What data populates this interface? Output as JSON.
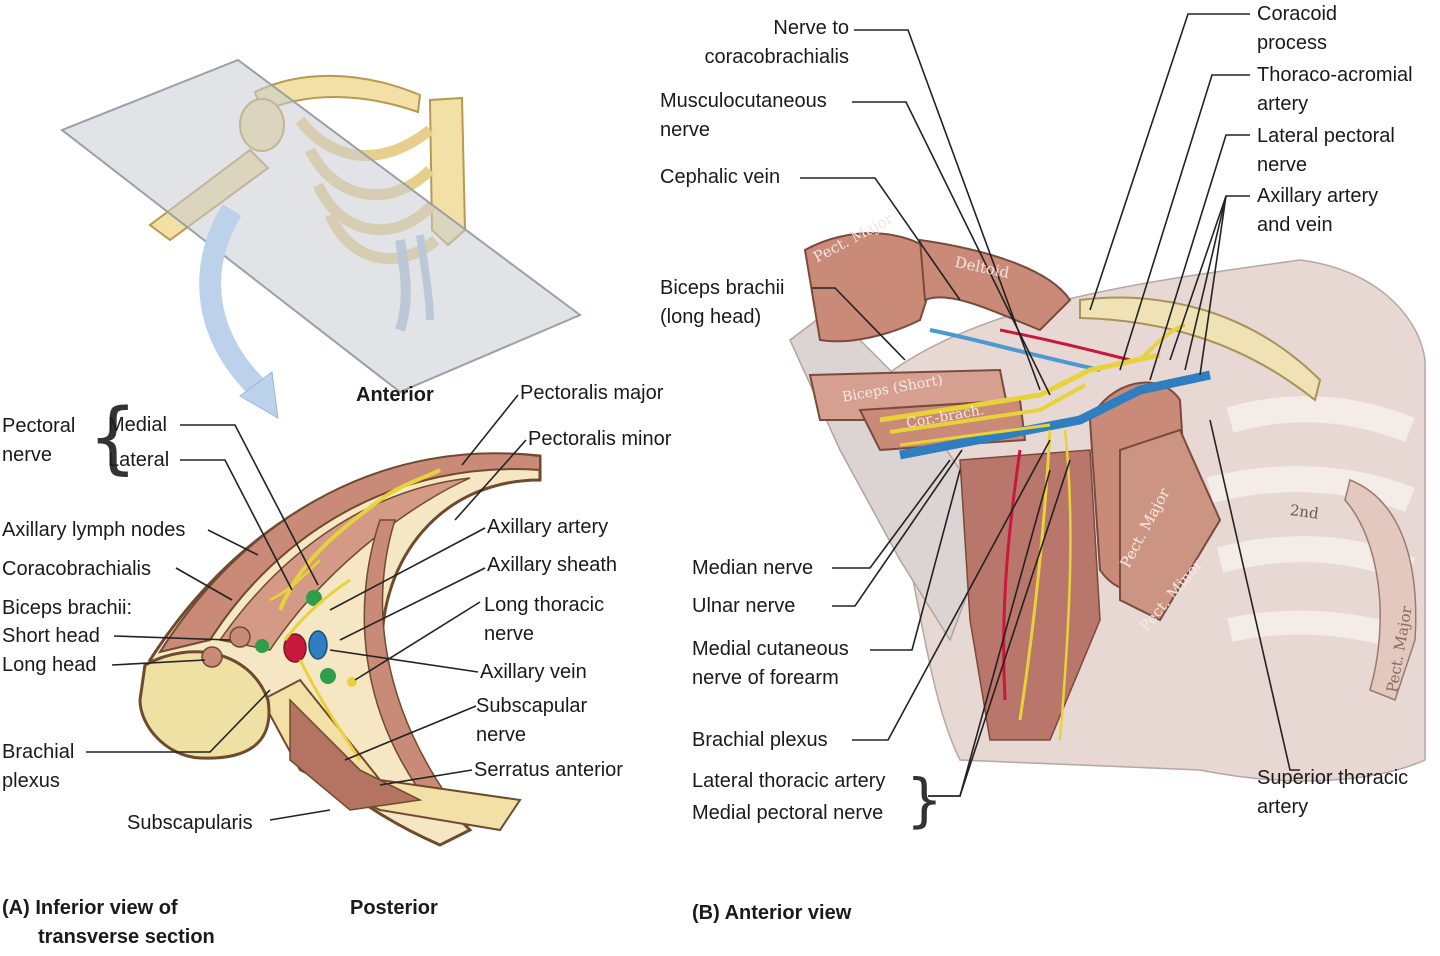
{
  "panel_a": {
    "orientation_top": "Anterior",
    "orientation_bottom": "Posterior",
    "caption_line1": "(A) Inferior view of",
    "caption_line2": "transverse section",
    "pectoral_nerve": {
      "group": "Pectoral\nnerve",
      "medial": "Medial",
      "lateral": "Lateral"
    },
    "labels_left": {
      "axillary_lymph_nodes": "Axillary lymph nodes",
      "coracobrachialis": "Coracobrachialis",
      "biceps_brachii": "Biceps brachii:",
      "short_head": "Short head",
      "long_head": "Long head",
      "brachial_plexus": "Brachial\nplexus",
      "subscapularis": "Subscapularis"
    },
    "labels_right": {
      "pectoralis_major": "Pectoralis major",
      "pectoralis_minor": "Pectoralis minor",
      "axillary_artery": "Axillary artery",
      "axillary_sheath": "Axillary sheath",
      "long_thoracic_nerve": "Long thoracic\nnerve",
      "axillary_vein": "Axillary vein",
      "subscapular_nerve": "Subscapular\nnerve",
      "serratus_anterior": "Serratus anterior"
    }
  },
  "panel_b": {
    "caption": "(B) Anterior view",
    "labels_left": {
      "nerve_to_coracobrachialis": "Nerve to\ncoracobrachialis",
      "musculocutaneous_nerve": "Musculocutaneous\nnerve",
      "cephalic_vein": "Cephalic vein",
      "biceps_long_head": "Biceps brachii\n(long head)",
      "median_nerve": "Median nerve",
      "ulnar_nerve": "Ulnar nerve",
      "medial_cutaneous": "Medial cutaneous\nnerve of forearm",
      "brachial_plexus": "Brachial plexus",
      "lateral_thoracic_artery": "Lateral thoracic artery",
      "medial_pectoral_nerve": "Medial pectoral nerve"
    },
    "labels_right": {
      "coracoid_process": "Coracoid\nprocess",
      "thoraco_acromial_artery": "Thoraco-acromial\nartery",
      "lateral_pectoral_nerve": "Lateral pectoral\nnerve",
      "axillary_artery_vein": "Axillary artery\nand vein",
      "superior_thoracic_artery": "Superior thoracic\nartery"
    },
    "muscle_labels": {
      "pect_major_top": "Pect. Major",
      "deltoid": "Deltoid",
      "biceps_short": "Biceps (Short)",
      "cor_brach": "Cor.-brach.",
      "pect_major_mid": "Pect. Major",
      "pect_minor": "Pect. Minor",
      "rib_2nd": "2nd",
      "pect_major_right": "Pect. Major"
    }
  },
  "colors": {
    "bone": "#f2e0a6",
    "bone_edge": "#b89a4e",
    "muscle": "#c98a78",
    "muscle_dark": "#a0604e",
    "nerve": "#e8d23a",
    "artery": "#c8193c",
    "vein": "#2f7fc0",
    "lymph": "#2e9e4a",
    "plane": "#c8ccd2",
    "arrow": "#bcd2ea",
    "leader": "#222222"
  }
}
